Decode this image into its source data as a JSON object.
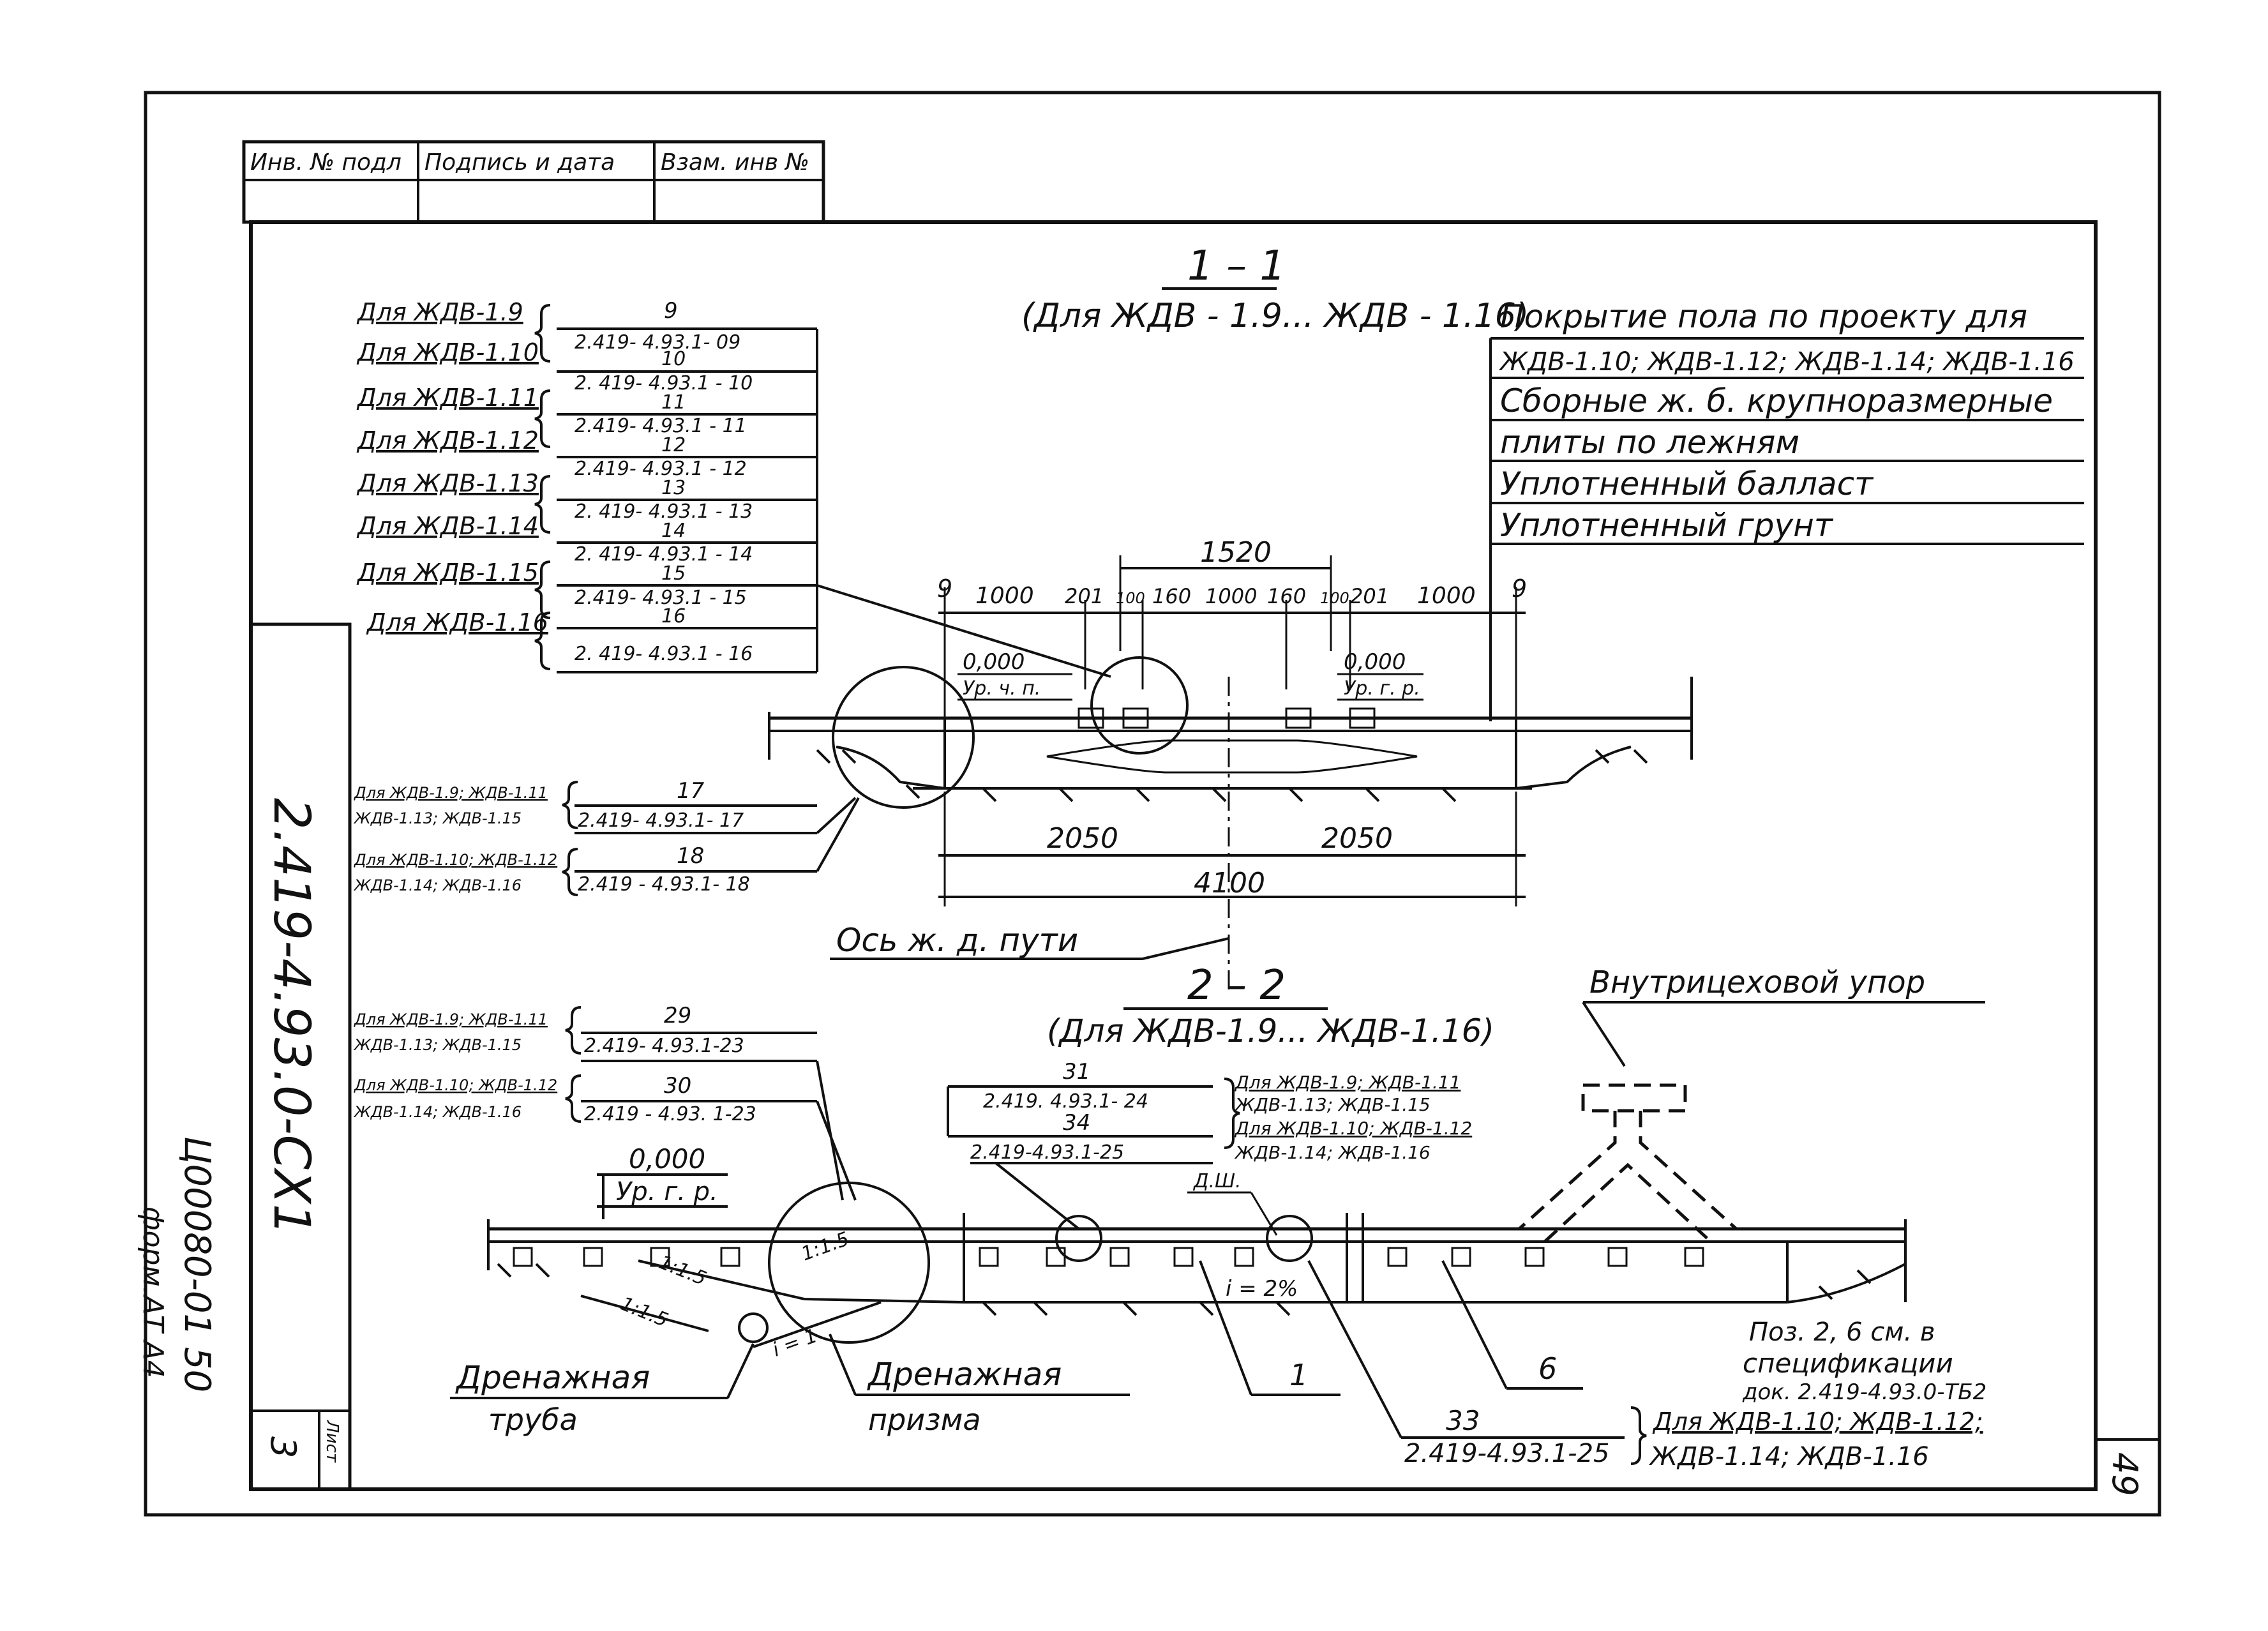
{
  "stamp": {
    "inv_label": "Инв. № подл",
    "sign_label": "Подпись и дата",
    "replace_label": "Взам. инв №"
  },
  "side": {
    "doc_code": "2.419-4.93.0-СХ1",
    "archive_no": "Ц00080-01",
    "archive_page": "50",
    "format": "форм.АТ А4",
    "sheet_label": "Лист",
    "sheet_no": "3"
  },
  "page_number": "49",
  "section1": {
    "title": "1 – 1",
    "subtitle": "(Для ЖДВ - 1.9... ЖДВ - 1.16)",
    "callouts": [
      {
        "label": "Для ЖДВ-1.9",
        "num": "9",
        "ref": "2.419- 4.93.1- 09"
      },
      {
        "label": "Для ЖДВ-1.10",
        "num": "10",
        "ref": "2. 419- 4.93.1 - 10"
      },
      {
        "label": "Для ЖДВ-1.11",
        "num": "11",
        "ref": "2.419- 4.93.1 - 11"
      },
      {
        "label": "Для ЖДВ-1.12",
        "num": "12",
        "ref": "2.419- 4.93.1 - 12"
      },
      {
        "label": "Для ЖДВ-1.13",
        "num": "13",
        "ref": "2. 419- 4.93.1 - 13"
      },
      {
        "label": "Для ЖДВ-1.14",
        "num": "14",
        "ref": "2. 419- 4.93.1 - 14"
      },
      {
        "label": "Для ЖДВ-1.15",
        "num": "15",
        "ref": "2.419- 4.93.1 - 15"
      },
      {
        "label": "Для ЖДВ-1.16",
        "num": "16",
        "ref": "2. 419- 4.93.1 - 16"
      }
    ],
    "layers": [
      "Покрытие пола по проекту для",
      "ЖДВ-1.10; ЖДВ-1.12; ЖДВ-1.14; ЖДВ-1.16",
      "Сборные ж. б. крупноразмерные",
      "плиты по лежням",
      "Уплотненный балласт",
      "Уплотненный грунт"
    ],
    "dims_top": [
      "9",
      "1000",
      "201",
      "100",
      "160",
      "1000",
      "160",
      "100",
      "201",
      "1000",
      "9"
    ],
    "dim_1520": "1520",
    "level_left": {
      "value": "0,000",
      "label": "Ур. ч. п."
    },
    "level_right": {
      "value": "0,000",
      "label": "Ур. г. р."
    },
    "dim_half_left": "2050",
    "dim_half_right": "2050",
    "dim_total": "4100",
    "axis_label": "Ось ж. д. пути",
    "lower_callouts": [
      {
        "label_a": "Для ЖДВ-1.9; ЖДВ-1.11",
        "label_b": "ЖДВ-1.13; ЖДВ-1.15",
        "num": "17",
        "ref": "2.419- 4.93.1- 17"
      },
      {
        "label_a": "Для ЖДВ-1.10; ЖДВ-1.12",
        "label_b": "ЖДВ-1.14; ЖДВ-1.16",
        "num": "18",
        "ref": "2.419 - 4.93.1- 18"
      }
    ]
  },
  "section2": {
    "title": "2 – 2",
    "subtitle": "(Для ЖДВ-1.9... ЖДВ-1.16)",
    "stop_label": "Внутрицеховой упор",
    "left_callouts": [
      {
        "label_a": "Для ЖДВ-1.9; ЖДВ-1.11",
        "label_b": "ЖДВ-1.13; ЖДВ-1.15",
        "num": "29",
        "ref": "2.419- 4.93.1-23"
      },
      {
        "label_a": "Для ЖДВ-1.10; ЖДВ-1.12",
        "label_b": "ЖДВ-1.14; ЖДВ-1.16",
        "num": "30",
        "ref": "2.419 - 4.93. 1-23"
      }
    ],
    "mid_callout": {
      "num_a": "31",
      "ref_a": "2.419. 4.93.1- 24",
      "num_b": "34",
      "ref_b": "2.419-4.93.1-25",
      "label_1": "Для ЖДВ-1.9; ЖДВ-1.11",
      "label_2": "ЖДВ-1.13; ЖДВ-1.15",
      "label_3": "Для ЖДВ-1.10; ЖДВ-1.12",
      "label_4": "ЖДВ-1.14; ЖДВ-1.16",
      "dsh": "Д.Ш."
    },
    "level": {
      "value": "0,000",
      "label": "Ур. г. р."
    },
    "slopes": [
      "1:1.5",
      "1:1.5",
      "1:1.5",
      "i = 1",
      "i = 2%"
    ],
    "drain_pipe_1": "Дренажная",
    "drain_pipe_2": "труба",
    "drain_prism_1": "Дренажная",
    "drain_prism_2": "призма",
    "marker_1": "1",
    "marker_6": "6",
    "note_1": "Поз. 2, 6 см. в",
    "note_2": "спецификации",
    "note_3": "док. 2.419-4.93.0-ТБ2",
    "bottom_num": "33",
    "bottom_ref": "2.419-4.93.1-25",
    "bottom_label_1": "Для ЖДВ-1.10; ЖДВ-1.12;",
    "bottom_label_2": "ЖДВ-1.14; ЖДВ-1.16"
  }
}
